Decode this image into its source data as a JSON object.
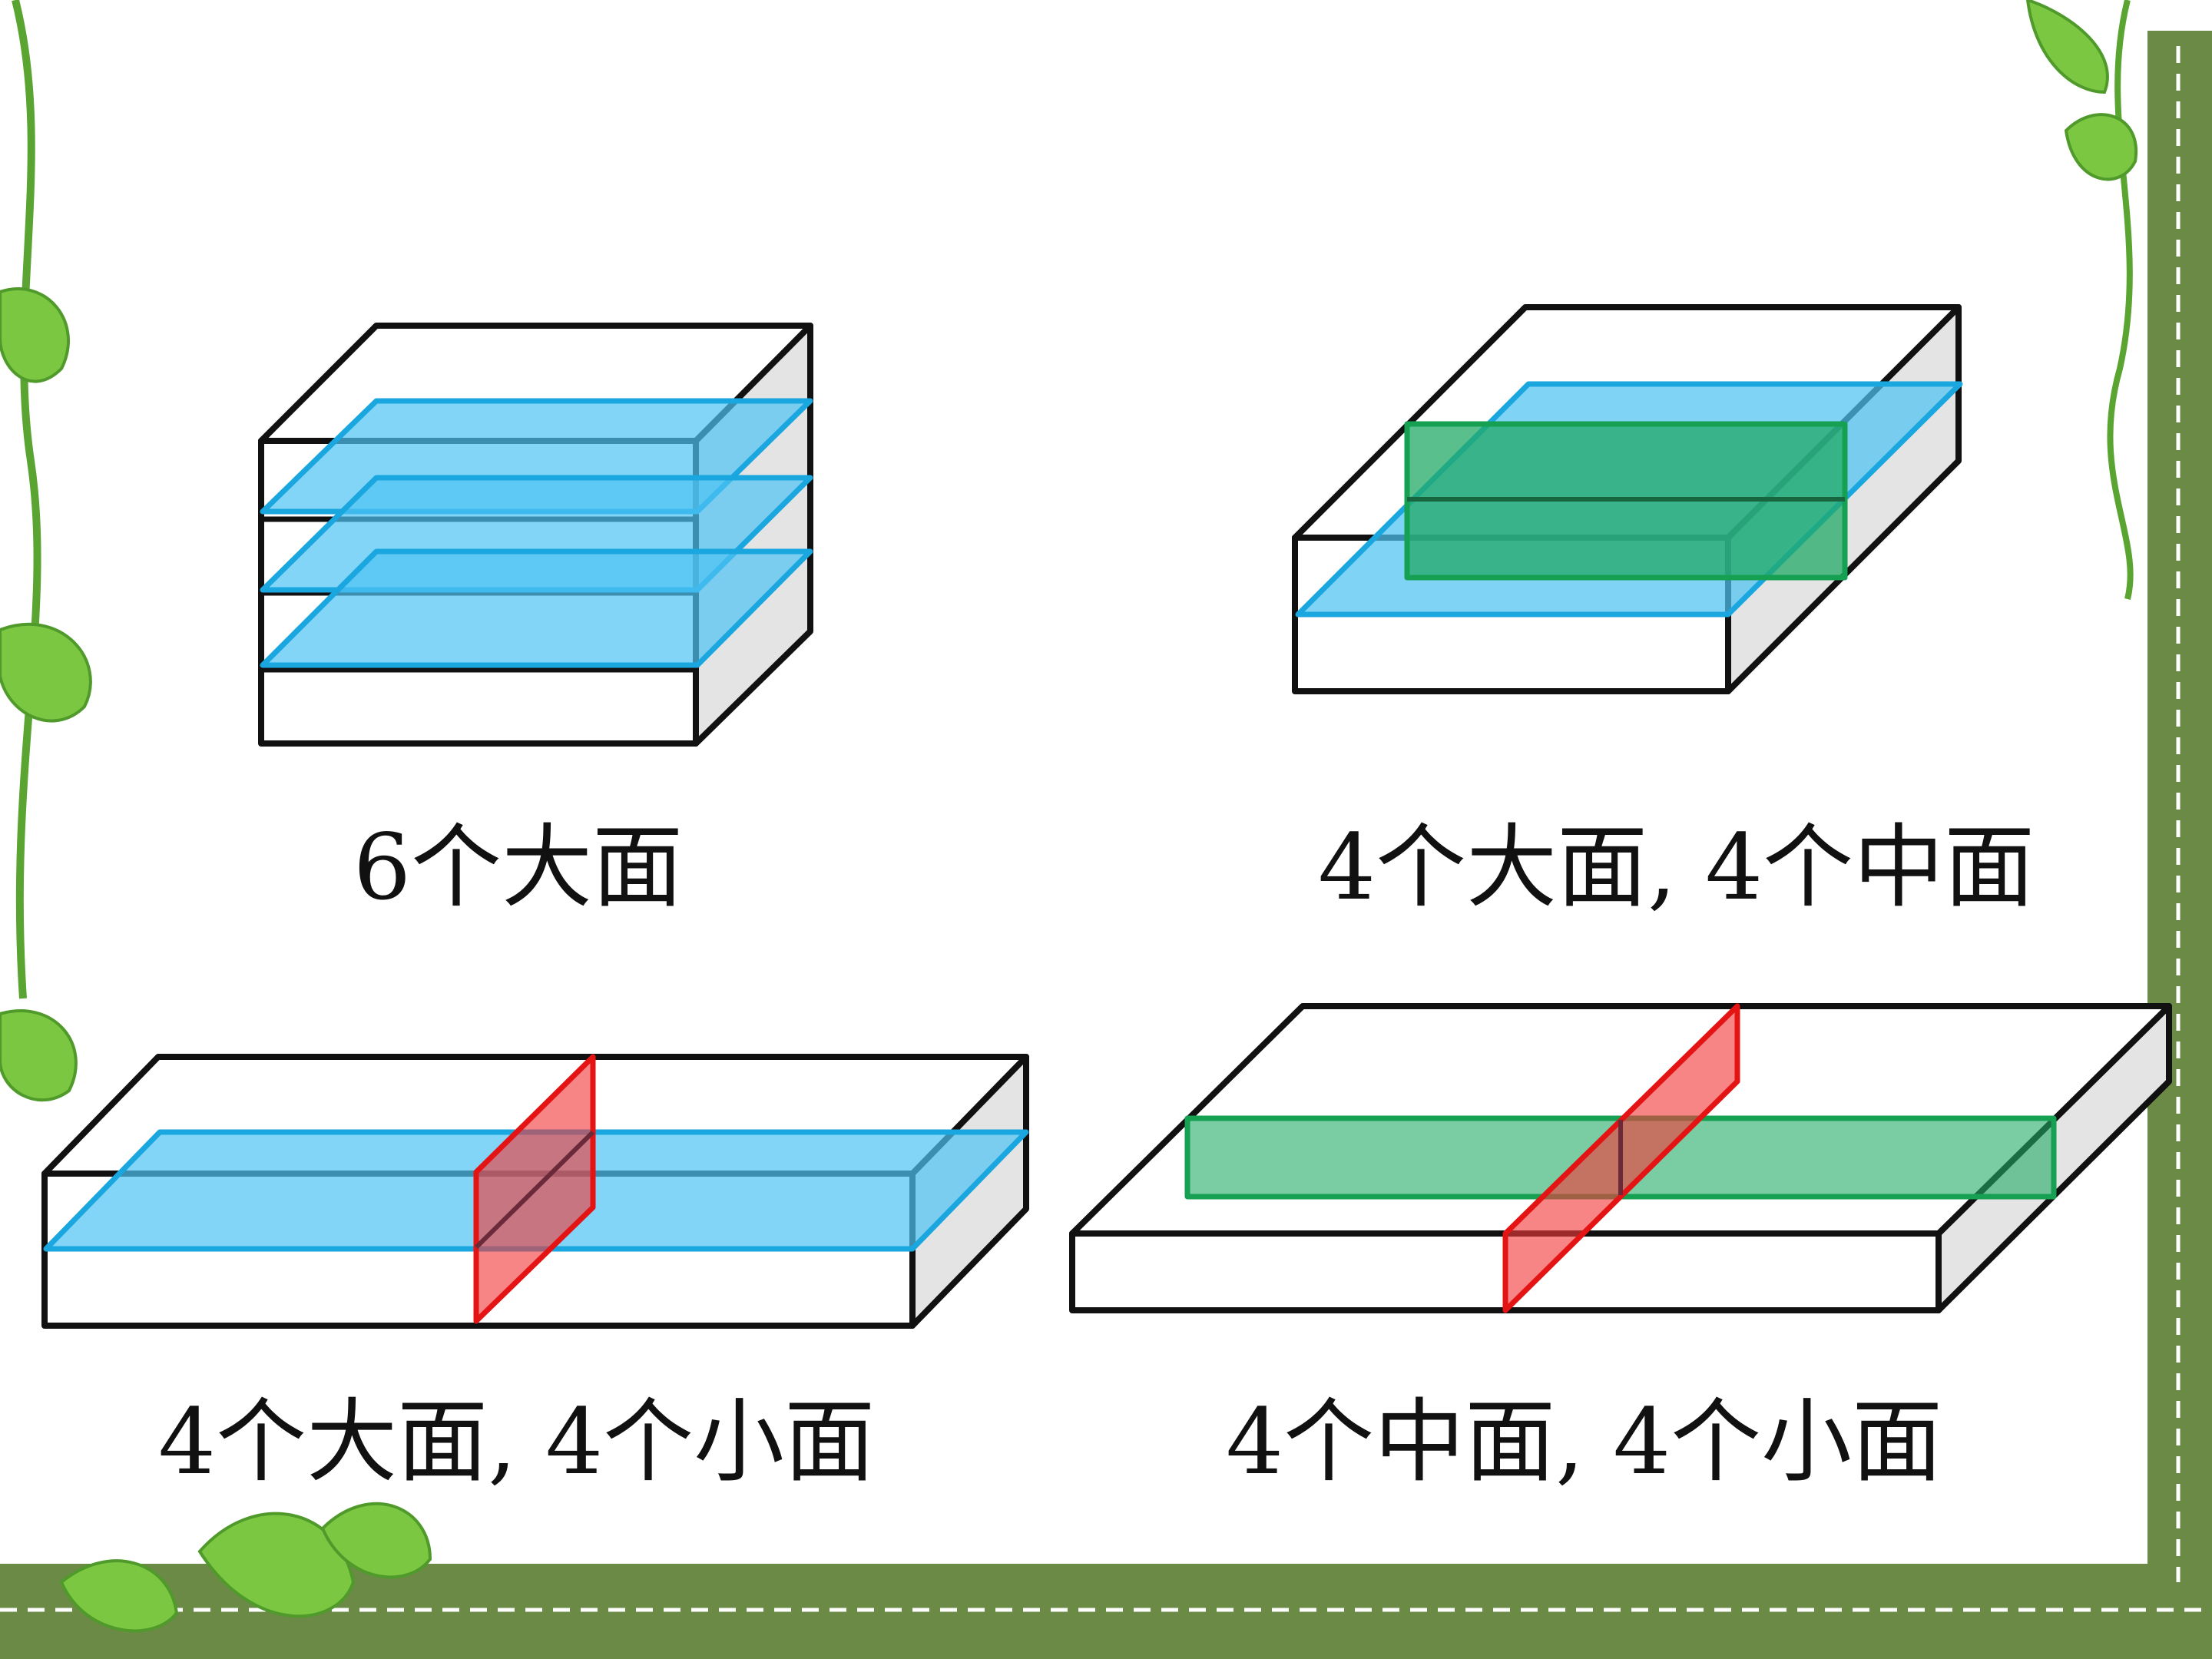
{
  "captions": {
    "top_left": "6个大面",
    "top_right": "4个大面, 4个中面",
    "bottom_left": "4个大面, 4个小面",
    "bottom_right": "4个中面, 4个小面"
  },
  "colors": {
    "outline": "#111111",
    "side_face": "#e4e4e4",
    "large_cut": "#4ec3f3",
    "large_cut_edge": "#1aa6df",
    "medium_cut": "#22aa66",
    "medium_cut_edge": "#16a052",
    "small_cut": "#f23a3a",
    "small_cut_edge": "#e41414",
    "vine_green": "#6fbf3a",
    "frame_green": "#6b8a46",
    "frame_dash": "#ffffff"
  }
}
